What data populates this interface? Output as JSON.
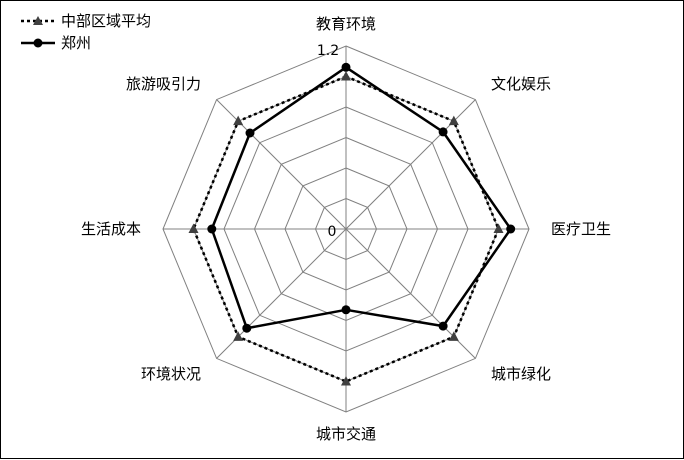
{
  "chart_data": {
    "type": "radar",
    "axes": [
      "教育环境",
      "文化娱乐",
      "医疗卫生",
      "城市绿化",
      "城市交通",
      "环境状况",
      "生活成本",
      "旅游吸引力"
    ],
    "rmax": 1.2,
    "tick_min_label": "0",
    "tick_max_label": "1.2",
    "grid_rings": [
      0.2,
      0.4,
      0.6,
      0.8,
      1.0,
      1.2
    ],
    "series": [
      {
        "name": "中部区域平均",
        "values": [
          1.0,
          1.0,
          1.0,
          1.0,
          1.0,
          1.0,
          1.0,
          1.0
        ],
        "style": "dotted",
        "marker": "triangle",
        "color": "#000000"
      },
      {
        "name": "郑州",
        "values": [
          1.06,
          0.9,
          1.08,
          0.9,
          0.53,
          0.92,
          0.88,
          0.89
        ],
        "style": "solid",
        "marker": "circle",
        "color": "#000000"
      }
    ],
    "legend_position": "top-left",
    "grid_color": "#808080"
  }
}
